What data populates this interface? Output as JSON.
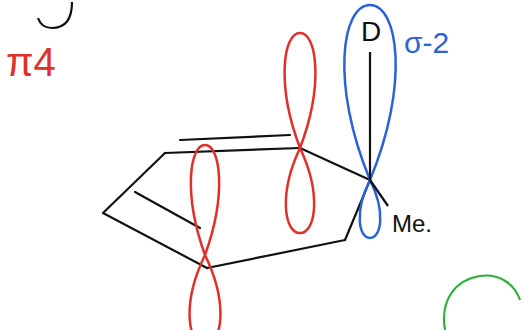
{
  "diagram": {
    "labels": [
      "π4",
      "σ-2",
      "D",
      "Me."
    ]
  }
}
